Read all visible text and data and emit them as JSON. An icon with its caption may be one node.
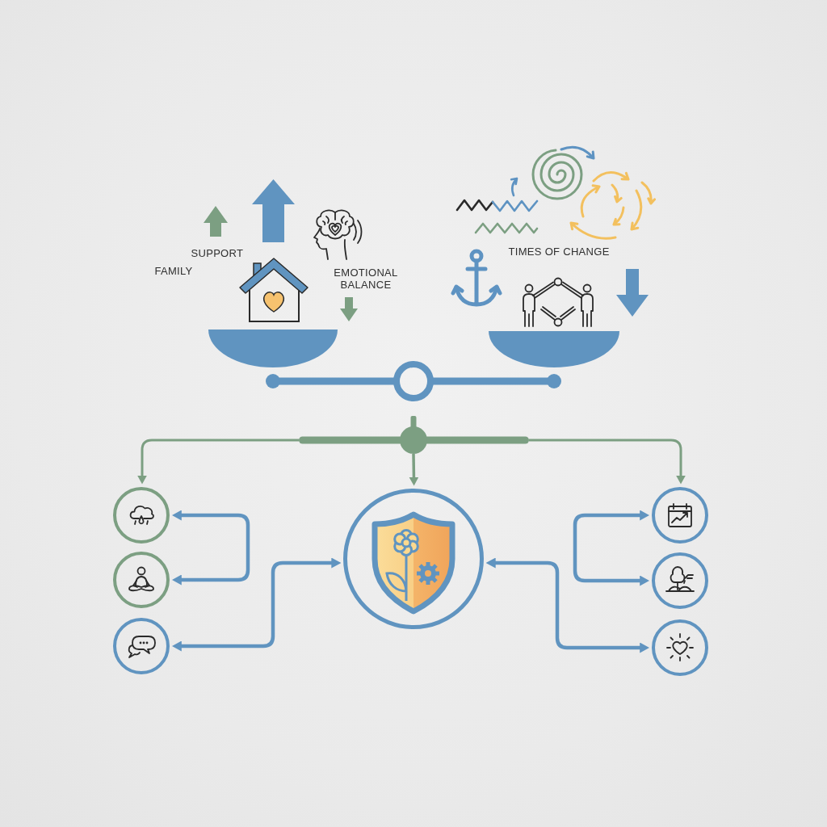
{
  "diagram": {
    "nodes": [
      {
        "text": [],
        "shape": "bar"
      },
      {
        "text": [],
        "shape": "circle"
      },
      {
        "text": [],
        "shape": "circle"
      },
      {
        "text": [],
        "shape": "circle"
      },
      {
        "text": [],
        "shape": "circle"
      },
      {
        "text": [],
        "shape": "circle"
      },
      {
        "text": [],
        "shape": "circle"
      },
      {
        "text": [],
        "shape": "circle"
      }
    ],
    "edges": [
      {
        "from": 0,
        "to": 1,
        "arrow": "to",
        "color": "#7c9f82"
      },
      {
        "from": 0,
        "to": 2,
        "arrow": "to",
        "color": "#7c9f82"
      },
      {
        "from": 0,
        "to": 3,
        "arrow": "to",
        "color": "#7c9f82"
      },
      {
        "from": 1,
        "to": 4,
        "arrow": "both"
      },
      {
        "from": 6,
        "to": 2,
        "arrow": "both"
      },
      {
        "from": 3,
        "to": 5,
        "arrow": "both"
      },
      {
        "from": 2,
        "to": 7,
        "arrow": "both"
      }
    ],
    "labels": [
      "SUPPORT",
      "FAMILY",
      "EMOTIONAL BALANCE",
      "TIMES OF CHANGE"
    ]
  }
}
